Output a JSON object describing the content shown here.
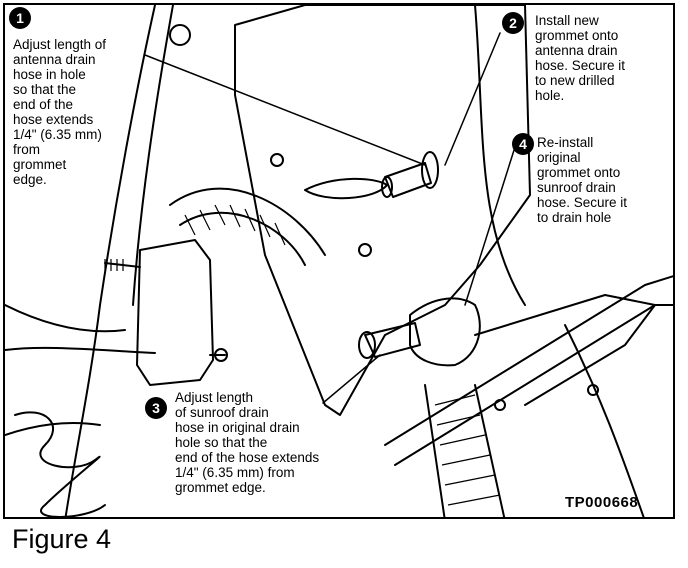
{
  "callouts": [
    {
      "number": "1",
      "text": "Adjust length of\nantenna drain\nhose in hole\nso that the\nend of the\nhose extends\n1/4\" (6.35 mm)\nfrom\ngrommet\nedge."
    },
    {
      "number": "2",
      "text": "Install new\ngrommet onto\nantenna drain\nhose. Secure it\nto new drilled\nhole."
    },
    {
      "number": "3",
      "text": "Adjust length\nof sunroof drain\nhose in original drain\nhole so that the\nend of the hose extends\n1/4\" (6.35 mm) from\ngrommet edge."
    },
    {
      "number": "4",
      "text": "Re-install\noriginal\ngrommet onto\nsunroof drain\nhose.  Secure it\nto drain hole"
    }
  ],
  "part_code": "TP000668",
  "caption": "Figure 4"
}
